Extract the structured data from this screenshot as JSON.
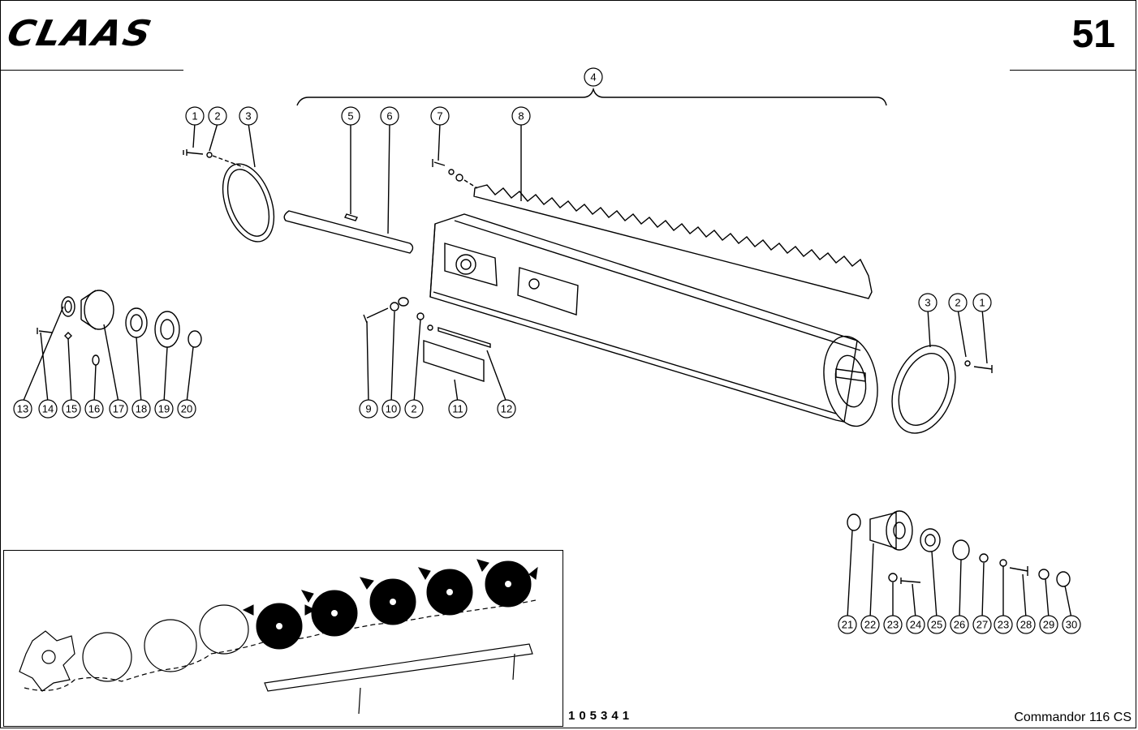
{
  "header": {
    "logo_text": "CLAAS",
    "page_number": "51"
  },
  "footer": {
    "drawing_number": "105341",
    "model": "Commandor 116 CS"
  },
  "callouts": {
    "c4": "4",
    "c1a": "1",
    "c2a": "2",
    "c3a": "3",
    "c5": "5",
    "c6": "6",
    "c7": "7",
    "c8": "8",
    "c3b": "3",
    "c2b": "2",
    "c1b": "1",
    "c13": "13",
    "c14": "14",
    "c15": "15",
    "c16": "16",
    "c17": "17",
    "c18": "18",
    "c19": "19",
    "c20": "20",
    "c9": "9",
    "c10": "10",
    "c2c": "2",
    "c11": "11",
    "c12": "12",
    "c21": "21",
    "c22": "22",
    "c23a": "23",
    "c24": "24",
    "c25": "25",
    "c26": "26",
    "c27": "27",
    "c23b": "23",
    "c28": "28",
    "c29": "29",
    "c30": "30"
  }
}
